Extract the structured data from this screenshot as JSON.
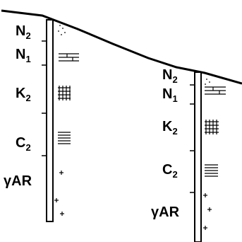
{
  "diagram": {
    "colors": {
      "stroke": "#000000",
      "background": "#ffffff"
    },
    "left_well": {
      "layers": [
        {
          "letter": "N",
          "subscript": "2",
          "pattern": "dotted"
        },
        {
          "letter": "N",
          "subscript": "1",
          "pattern": "brick"
        },
        {
          "letter": "K",
          "subscript": "2",
          "pattern": "grid"
        },
        {
          "letter": "C",
          "subscript": "2",
          "pattern": "horizontal-lines"
        },
        {
          "letter": "γAR",
          "subscript": "",
          "pattern": "crosses"
        }
      ]
    },
    "right_well": {
      "layers": [
        {
          "letter": "N",
          "subscript": "2",
          "pattern": "dotted"
        },
        {
          "letter": "N",
          "subscript": "1",
          "pattern": "brick"
        },
        {
          "letter": "K",
          "subscript": "2",
          "pattern": "grid"
        },
        {
          "letter": "C",
          "subscript": "2",
          "pattern": "horizontal-lines"
        },
        {
          "letter": "γAR",
          "subscript": "",
          "pattern": "crosses"
        }
      ]
    }
  }
}
